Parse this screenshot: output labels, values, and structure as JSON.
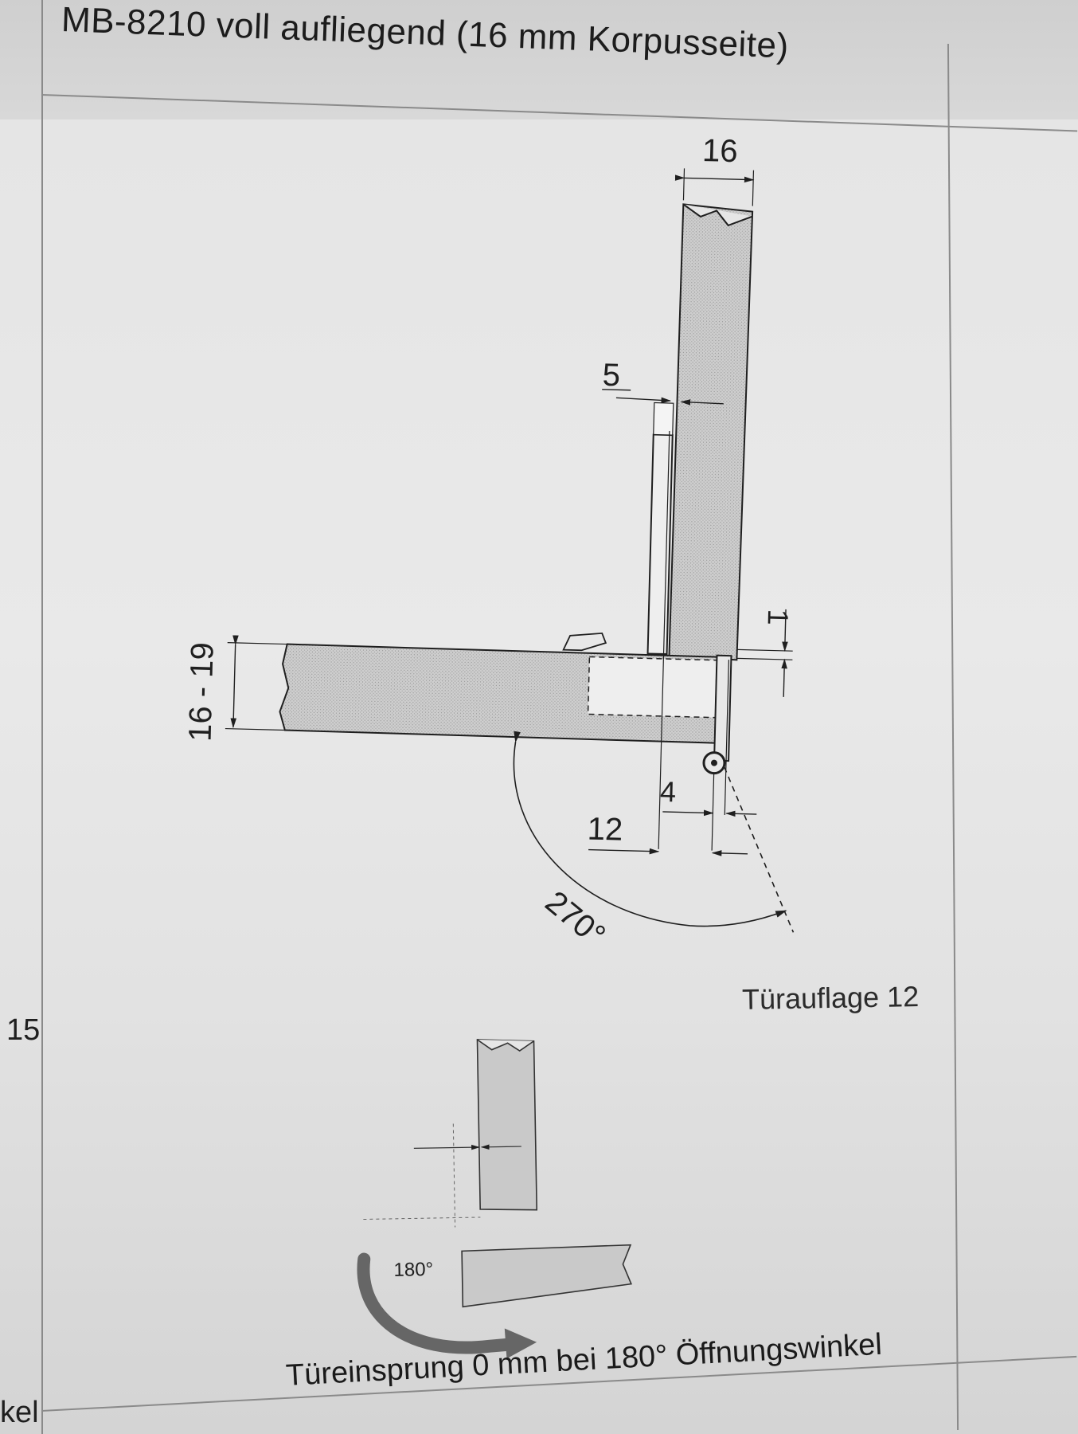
{
  "header": {
    "title": "MB-8210 voll aufliegend (16 mm Korpusseite)"
  },
  "side_labels": {
    "left_number": "15",
    "left_bottom": "kel"
  },
  "diagram_main": {
    "dim_panel_width": "16",
    "dim_offset": "5",
    "dim_gap": "1",
    "dim_door_thickness": "16 - 19",
    "dim_hinge": "4",
    "dim_overlay": "12",
    "dim_angle": "270°",
    "caption": "Türauflage 12"
  },
  "diagram_secondary": {
    "angle_label": "180°",
    "caption": "Türeinsprung 0 mm bei 180° Öffnungswinkel"
  }
}
